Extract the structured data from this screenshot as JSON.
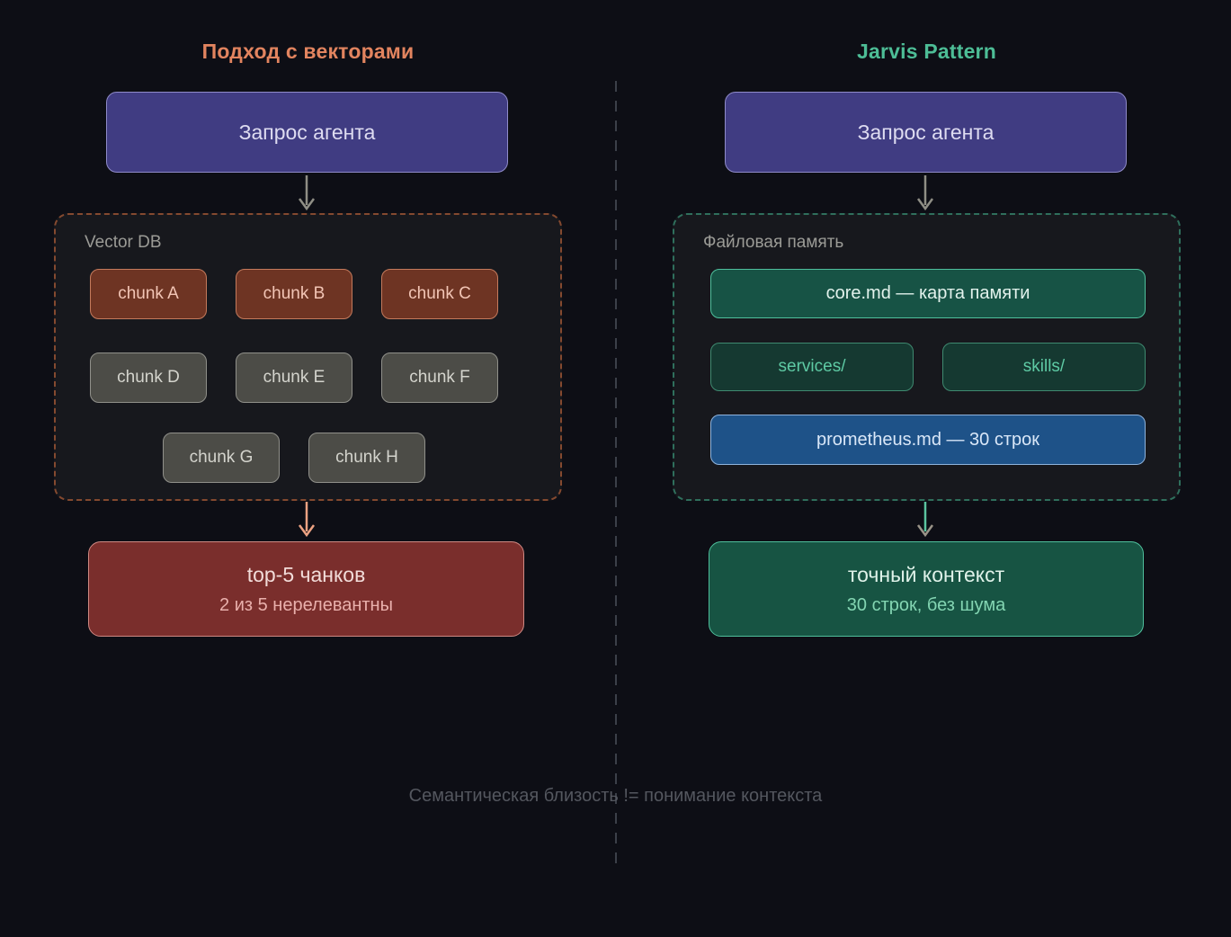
{
  "left": {
    "title": "Подход с векторами",
    "query_box": "Запрос агента",
    "container_label": "Vector DB",
    "chunks": [
      "chunk A",
      "chunk B",
      "chunk C",
      "chunk D",
      "chunk E",
      "chunk F",
      "chunk G",
      "chunk H"
    ],
    "result_title": "top-5 чанков",
    "result_subtitle": "2 из 5 нерелевантны"
  },
  "right": {
    "title": "Jarvis Pattern",
    "query_box": "Запрос агента",
    "container_label": "Файловая память",
    "files": {
      "core": "core.md — карта памяти",
      "services": "services/",
      "skills": "skills/",
      "prometheus": "prometheus.md — 30 строк"
    },
    "result_title": "точный контекст",
    "result_subtitle": "30 строк, без шума"
  },
  "footer_note": "Семантическая близость != понимание контекста",
  "colors": {
    "background": "#0d0e15",
    "left_accent": "#e2845f",
    "right_accent": "#4dbd96",
    "query_fill": "#403c82",
    "hot_chunk_fill": "#6e3423",
    "dim_chunk_fill": "#4c4c47",
    "bad_result_fill": "#7a2e2c",
    "good_result_fill": "#175443",
    "file_core_fill": "#175345",
    "file_dir_fill": "#153931",
    "file_prom_fill": "#1e5288"
  }
}
